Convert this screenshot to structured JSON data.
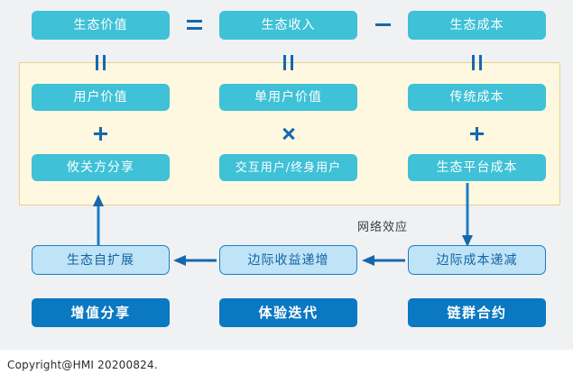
{
  "colors": {
    "background": "#f0f1f3",
    "page": "#ffffff",
    "teal_box": "#3fc1d7",
    "panel_fill": "#fdf8df",
    "panel_border": "#e8cf8e",
    "light_blue_box": "#bfe3f7",
    "light_blue_border": "#1b7fc4",
    "dark_blue_box": "#0b78c2",
    "accent_blue": "#1668ad",
    "text_white": "#ffffff",
    "text_dark": "#3b3b3b"
  },
  "equation_row": {
    "boxes": [
      {
        "label": "生态价值"
      },
      {
        "label": "生态收入"
      },
      {
        "label": "生态成本"
      }
    ],
    "operators": [
      {
        "name": "equals",
        "glyph": "="
      },
      {
        "name": "minus",
        "glyph": "−"
      }
    ]
  },
  "panel": {
    "connectors": [
      {
        "name": "double-bar",
        "glyph": "‖"
      },
      {
        "name": "double-bar",
        "glyph": "‖"
      },
      {
        "name": "double-bar",
        "glyph": "‖"
      }
    ],
    "row_upper": [
      {
        "label": "用户价值"
      },
      {
        "label": "单用户价值"
      },
      {
        "label": "传统成本"
      }
    ],
    "operators": [
      {
        "name": "plus",
        "glyph": "+"
      },
      {
        "name": "times",
        "glyph": "×"
      },
      {
        "name": "plus",
        "glyph": "+"
      }
    ],
    "row_lower": [
      {
        "label": "攸关方分享"
      },
      {
        "label": "交互用户/终身用户"
      },
      {
        "label": "生态平台成本"
      }
    ]
  },
  "effects_row": {
    "annotation": "网络效应",
    "boxes": [
      {
        "label": "生态自扩展"
      },
      {
        "label": "边际收益递增"
      },
      {
        "label": "边际成本递减"
      }
    ]
  },
  "outcomes_row": {
    "boxes": [
      {
        "label": "增值分享"
      },
      {
        "label": "体验迭代"
      },
      {
        "label": "链群合约"
      }
    ]
  },
  "footer": {
    "copyright": "Copyright@HMI 20200824."
  }
}
